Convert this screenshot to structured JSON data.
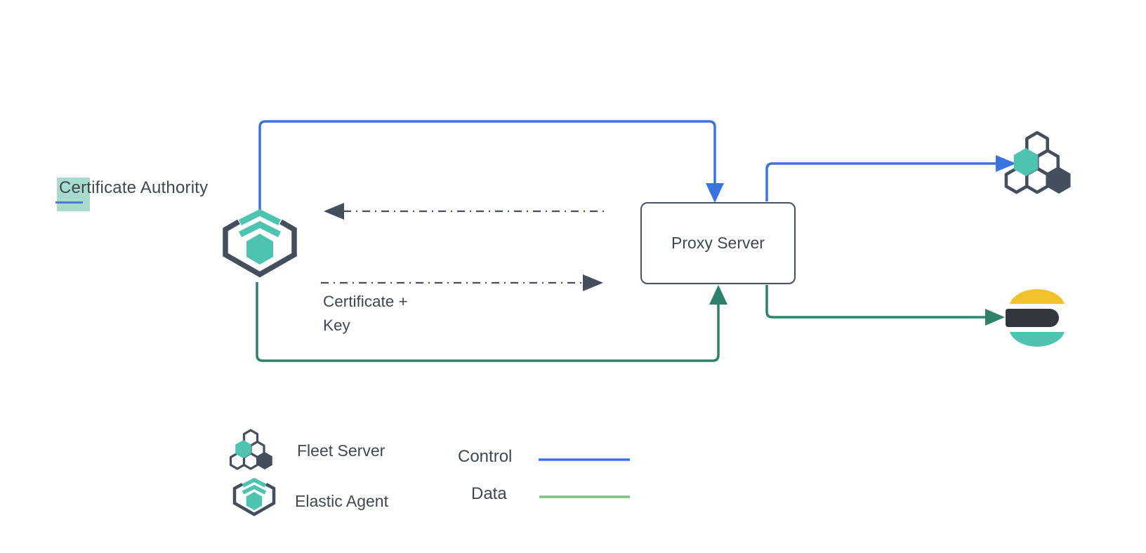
{
  "nodes": {
    "certificate_authority": "Certificate Authority",
    "proxy_server": "Proxy Server",
    "certificate_key": "Certificate +\nKey"
  },
  "legend": {
    "items": [
      {
        "icon": "fleet-server-icon",
        "label": "Fleet Server"
      },
      {
        "icon": "elastic-agent-icon",
        "label": "Elastic Agent"
      }
    ],
    "lines": [
      {
        "label": "Control",
        "color": "#3b73de"
      },
      {
        "label": "Data",
        "color": "#7cc47e"
      }
    ]
  },
  "icons": {
    "elastic_agent": "elastic-agent-icon",
    "fleet_server": "fleet-server-icon",
    "elasticsearch": "elasticsearch-icon"
  },
  "colors": {
    "control-blue": "#3b73de",
    "data-green": "#2e8269",
    "legend-data-green": "#7cc47e",
    "teal": "#4dc3b0",
    "slate": "#454e5c",
    "text": "#3e4852",
    "es-yellow": "#f2c12e",
    "es-dark": "#33363f",
    "highlight": "#a8dbcd",
    "caret-blue": "#4b7bd6"
  }
}
